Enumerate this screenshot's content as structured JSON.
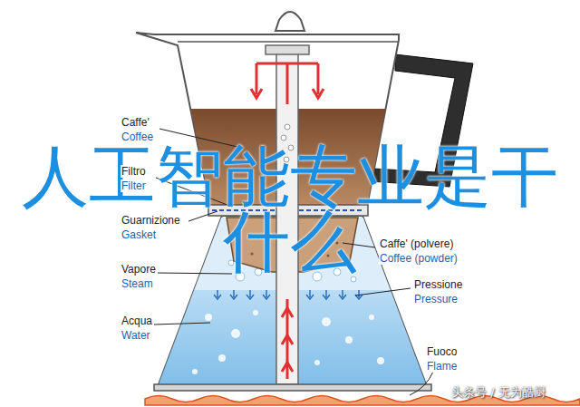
{
  "diagram": {
    "labels": [
      "Caffe'",
      "Coffee",
      "Filtro",
      "Filter",
      "Guarnizione",
      "Gasket",
      "Vapore",
      "Steam",
      "Acqua",
      "Water",
      "Caffe' (polvere)",
      "Coffee (powder)",
      "Pressione",
      "Pressure",
      "Fuoco",
      "Flame",
      "人工智能专业是干什么",
      "头条号 / 无为酷厨"
    ]
  }
}
